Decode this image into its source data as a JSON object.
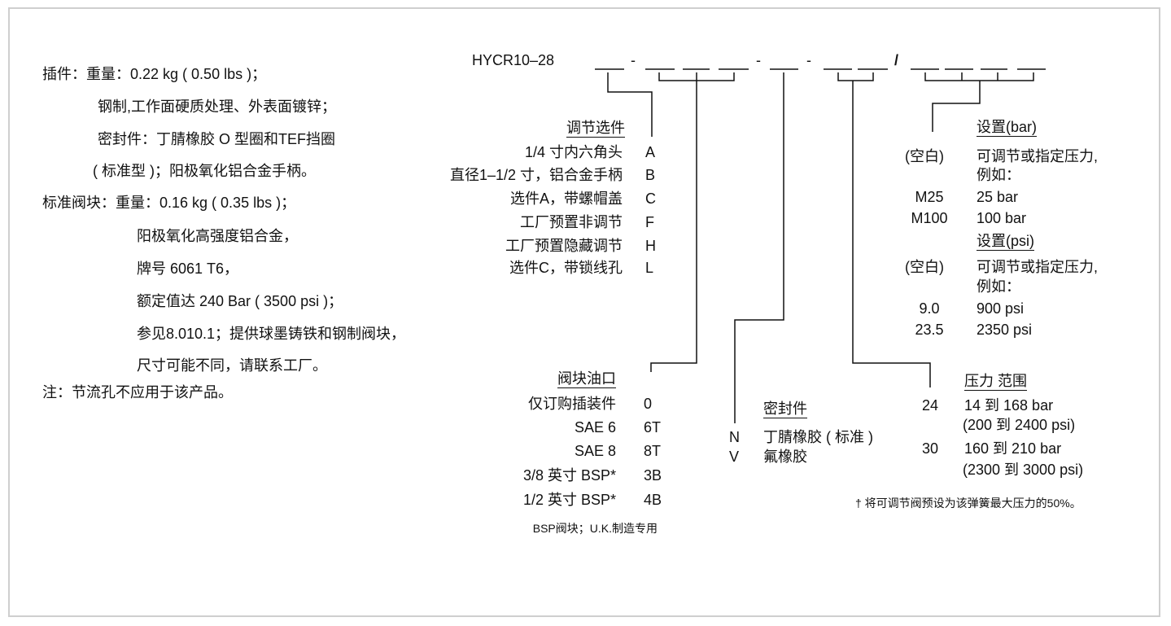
{
  "left_notes": [
    "插件：重量：0.22 kg ( 0.50 lbs )；",
    "钢制,工作面硬质处理、外表面镀锌；",
    "密封件：丁腈橡胶 O 型圈和TEF挡圈",
    "( 标准型 )；阳极氧化铝合金手柄。",
    "标准阀块：重量：0.16 kg ( 0.35 lbs )；",
    "阳极氧化高强度铝合金，",
    "牌号 6061 T6，",
    "额定值达 240 Bar ( 3500 psi )；",
    "参见8.010.1；提供球墨铸铁和钢制阀块，",
    "尺寸可能不同，请联系工厂。",
    "注：节流孔不应用于该产品。"
  ],
  "model_code": {
    "prefix": "HYCR10–28",
    "dash": "-",
    "slash": "/"
  },
  "adjust": {
    "title": "调节选件",
    "rows": [
      {
        "label": "1/4 寸内六角头",
        "code": "A"
      },
      {
        "label": "直径1–1/2 寸，铝合金手柄",
        "code": "B"
      },
      {
        "label": "选件A，带螺帽盖",
        "code": "C"
      },
      {
        "label": "工厂预置非调节",
        "code": "F"
      },
      {
        "label": "工厂预置隐藏调节",
        "code": "H"
      },
      {
        "label": "选件C，带锁线孔",
        "code": "L"
      }
    ]
  },
  "ports": {
    "title": "阀块油口",
    "rows": [
      {
        "label": "仅订购插装件",
        "code": "0"
      },
      {
        "label": "SAE 6",
        "code": "6T"
      },
      {
        "label": "SAE 8",
        "code": "8T"
      },
      {
        "label": "3/8 英寸 BSP*",
        "code": "3B"
      },
      {
        "label": "1/2 英寸 BSP*",
        "code": "4B"
      }
    ],
    "note": "BSP阀块；U.K.制造专用"
  },
  "seals": {
    "title": "密封件",
    "rows": [
      {
        "code": "N",
        "label": "丁腈橡胶 ( 标准 )"
      },
      {
        "code": "V",
        "label": "氟橡胶"
      }
    ]
  },
  "range": {
    "title": "压力 范围",
    "rows": [
      {
        "code": "24",
        "line1": "14 到 168 bar",
        "line2": "(200 到 2400 psi)"
      },
      {
        "code": "30",
        "line1": "160 到 210 bar",
        "line2": "(2300 到 3000 psi)"
      }
    ],
    "footnote": "† 将可调节阀预设为该弹簧最大压力的50%。"
  },
  "settings": {
    "bar": {
      "title": "设置(bar)",
      "blank_code": "(空白)",
      "blank_desc": "可调节或指定压力,",
      "example": "例如：",
      "rows": [
        {
          "code": "M25",
          "label": "25 bar"
        },
        {
          "code": "M100",
          "label": "100 bar"
        }
      ]
    },
    "psi": {
      "title": "设置(psi)",
      "blank_code": "(空白)",
      "blank_desc": "可调节或指定压力,",
      "example": "例如：",
      "rows": [
        {
          "code": "9.0",
          "label": "900 psi"
        },
        {
          "code": "23.5",
          "label": "2350 psi"
        }
      ]
    }
  }
}
